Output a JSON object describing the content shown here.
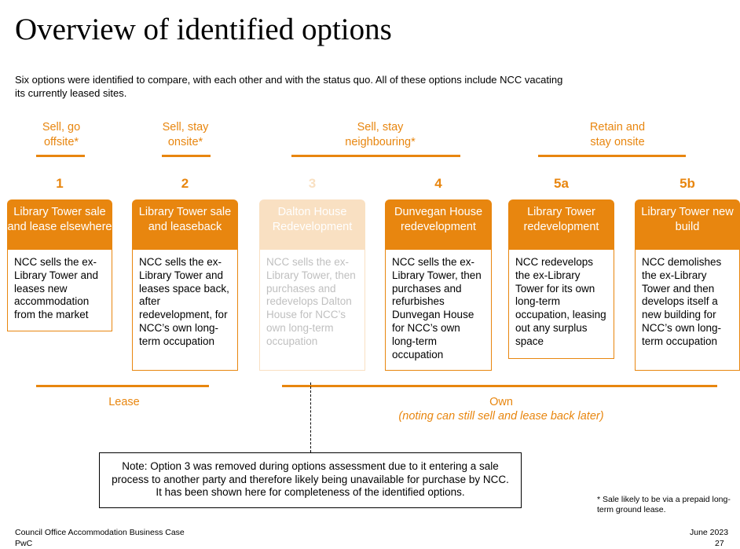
{
  "page": {
    "title": "Overview of identified options",
    "intro": "Six options were identified to compare, with each other and with the status quo. All of these options include NCC vacating its currently leased sites."
  },
  "groups": [
    {
      "label_line1": "Sell, go",
      "label_line2": "offsite*"
    },
    {
      "label_line1": "Sell, stay",
      "label_line2": "onsite*"
    },
    {
      "label_line1": "Sell, stay",
      "label_line2": "neighbouring*"
    },
    {
      "label_line1": "Retain and",
      "label_line2": "stay onsite"
    }
  ],
  "options": [
    {
      "number": "1",
      "title": "Library Tower sale and lease elsewhere",
      "description": "NCC sells the ex-Library Tower and leases new accommodation from the market",
      "faded": false
    },
    {
      "number": "2",
      "title": "Library Tower sale and leaseback",
      "description": "NCC sells the ex-Library Tower and leases space back, after redevelopment, for NCC’s own long-term occupation",
      "faded": false
    },
    {
      "number": "3",
      "title": "Dalton House Redevelopment",
      "description": "NCC sells the ex-Library Tower, then purchases and redevelops Dalton House for NCC’s own long-term occupation",
      "faded": true
    },
    {
      "number": "4",
      "title": "Dunvegan House redevelopment",
      "description": "NCC sells the ex-Library Tower, then purchases and refurbishes Dunvegan House for NCC’s own long-term occupation",
      "faded": false
    },
    {
      "number": "5a",
      "title": "Library Tower redevelopment",
      "description": "NCC redevelops the ex-Library Tower for its own long-term occupation, leasing out any surplus space",
      "faded": false
    },
    {
      "number": "5b",
      "title": "Library Tower new build",
      "description": "NCC demolishes the ex-Library Tower and then develops itself a new building for NCC’s own long-term occupation",
      "faded": false
    }
  ],
  "tenure": {
    "lease": "Lease",
    "own": "Own",
    "own_note": "(noting can still sell and lease back later)"
  },
  "note": "Note: Option 3 was removed during options assessment due to it entering a sale process to another party and therefore likely being unavailable for purchase by NCC. It has been shown here for completeness of the identified options.",
  "footnote": "* Sale likely to be via a prepaid long-term ground lease.",
  "footer": {
    "doc_title": "Council Office Accommodation Business Case",
    "date": "June 2023",
    "org": "PwC",
    "page_number": "27"
  },
  "colors": {
    "accent": "#e8860f",
    "text": "#000000"
  }
}
